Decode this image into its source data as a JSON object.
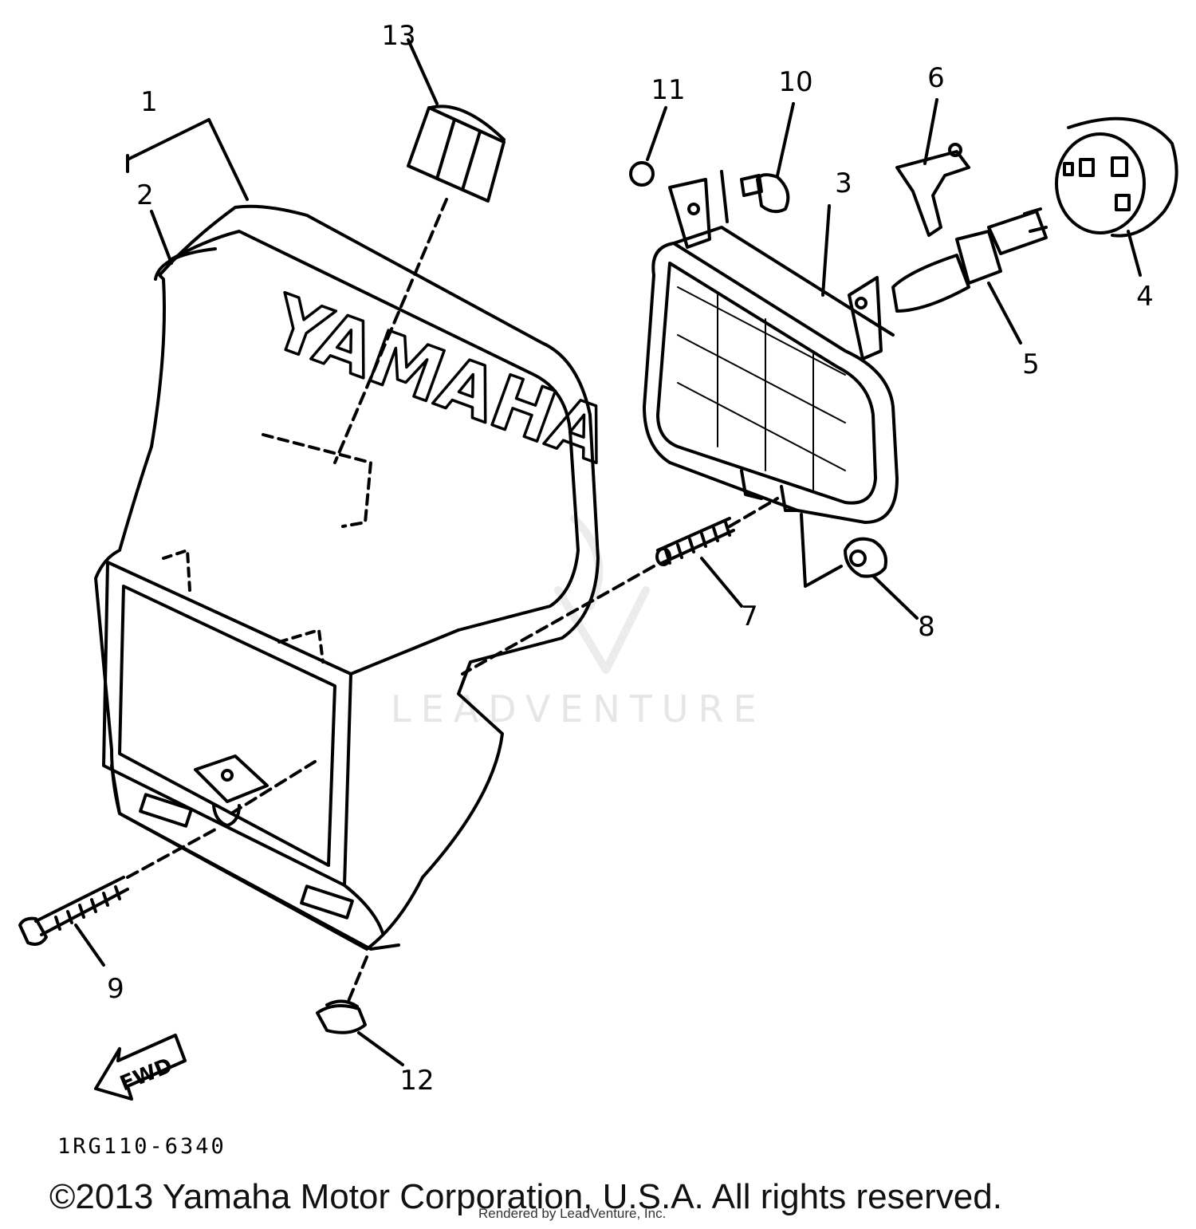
{
  "diagram": {
    "callouts": [
      {
        "id": "1",
        "label": "1"
      },
      {
        "id": "2",
        "label": "2"
      },
      {
        "id": "3",
        "label": "3"
      },
      {
        "id": "4",
        "label": "4"
      },
      {
        "id": "5",
        "label": "5"
      },
      {
        "id": "6",
        "label": "6"
      },
      {
        "id": "7",
        "label": "7"
      },
      {
        "id": "8",
        "label": "8"
      },
      {
        "id": "9",
        "label": "9"
      },
      {
        "id": "10",
        "label": "10"
      },
      {
        "id": "11",
        "label": "11"
      },
      {
        "id": "12",
        "label": "12"
      },
      {
        "id": "13",
        "label": "13"
      }
    ],
    "cowl_logo": "YAMAHA",
    "fwd_arrow": "FWD",
    "drawing_number": "1RG110-6340",
    "watermark": "LEADVENTURE",
    "copyright": "©2013 Yamaha Motor Corporation, U.S.A. All rights reserved.",
    "render_note": "Rendered by LeadVenture, Inc."
  }
}
